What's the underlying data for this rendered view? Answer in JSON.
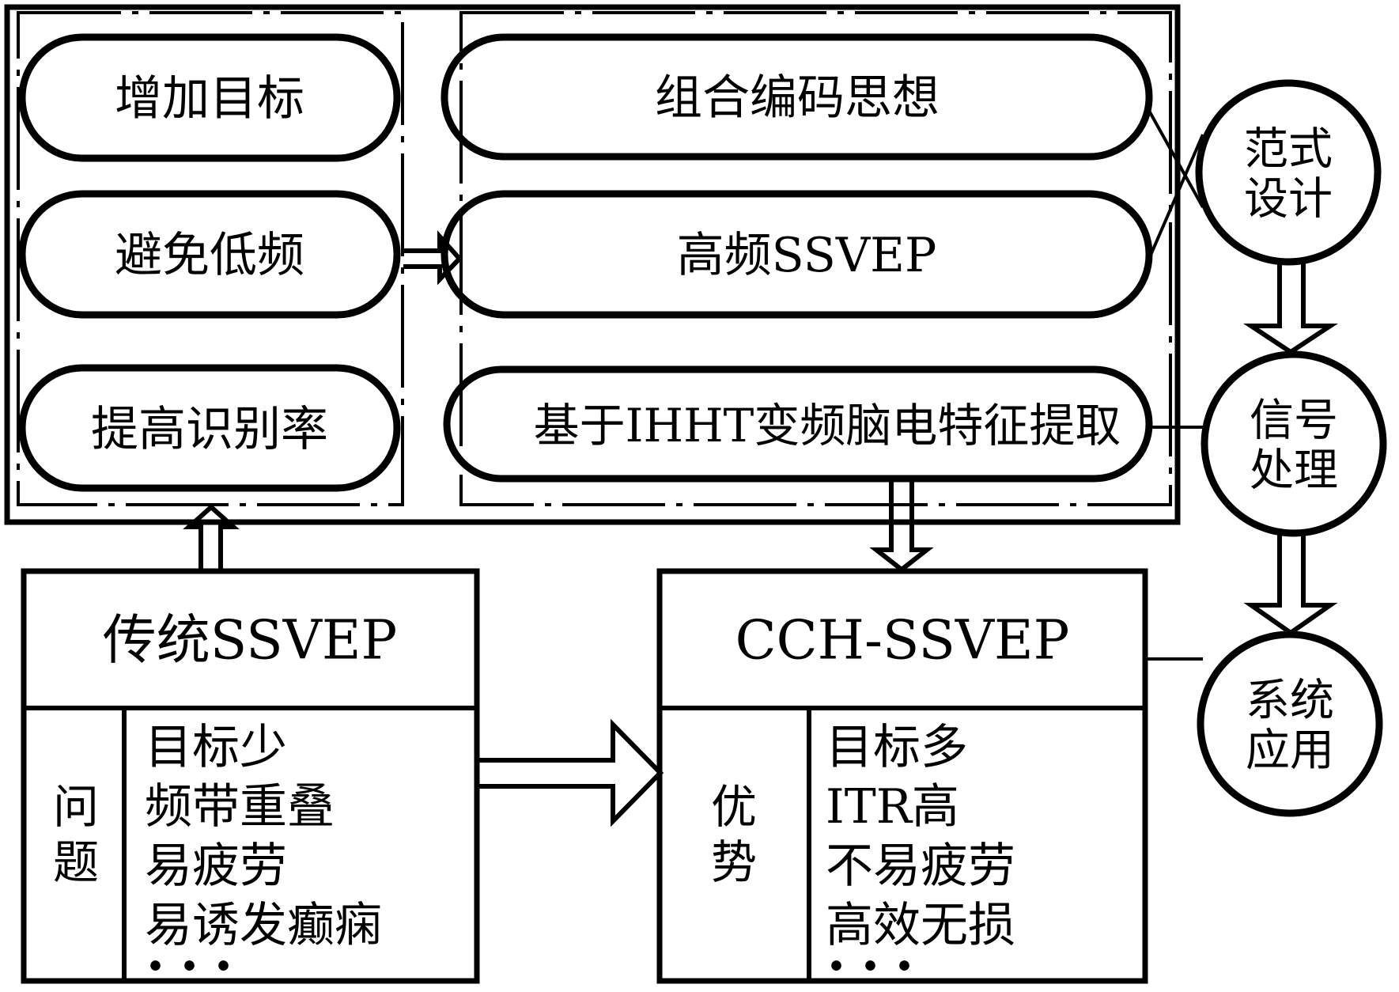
{
  "panel": {
    "goals": [
      "增加目标",
      "避免低频",
      "提高识别率"
    ],
    "methods": [
      "组合编码思想",
      "高频SSVEP",
      "基于IHHT变频脑电特征提取"
    ]
  },
  "stages": [
    {
      "line1": "范式",
      "line2": "设计"
    },
    {
      "line1": "信号",
      "line2": "处理"
    },
    {
      "line1": "系统",
      "line2": "应用"
    }
  ],
  "traditional": {
    "title": "传统SSVEP",
    "label": [
      "问",
      "题"
    ],
    "items": [
      "目标少",
      "频带重叠",
      "易疲劳",
      "易诱发癫痫",
      "•••"
    ]
  },
  "cch": {
    "title": "CCH-SSVEP",
    "label": [
      "优",
      "势"
    ],
    "items": [
      "目标多",
      "ITR高",
      "不易疲劳",
      "高效无损",
      "•••"
    ]
  },
  "colors": {
    "ink": "#000000",
    "background": "#ffffff"
  }
}
